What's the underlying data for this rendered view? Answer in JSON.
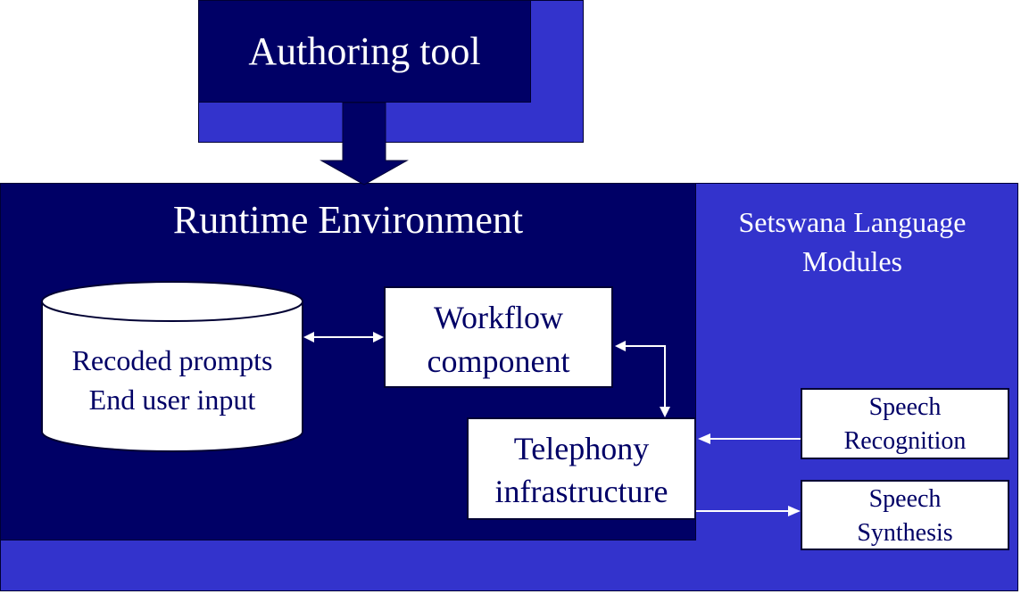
{
  "authoring": {
    "title": "Authoring tool"
  },
  "runtime": {
    "title": "Runtime Environment"
  },
  "modules": {
    "title_line1": "Setswana Language",
    "title_line2": "Modules"
  },
  "database": {
    "line1": "Recoded prompts",
    "line2": "End user input"
  },
  "workflow": {
    "line1": "Workflow",
    "line2": "component"
  },
  "telephony": {
    "line1": "Telephony",
    "line2": "infrastructure"
  },
  "recognition": {
    "line1": "Speech",
    "line2": "Recognition"
  },
  "synthesis": {
    "line1": "Speech",
    "line2": "Synthesis"
  },
  "colors": {
    "dark_navy": "#000066",
    "medium_blue": "#3333cc",
    "white": "#ffffff"
  }
}
